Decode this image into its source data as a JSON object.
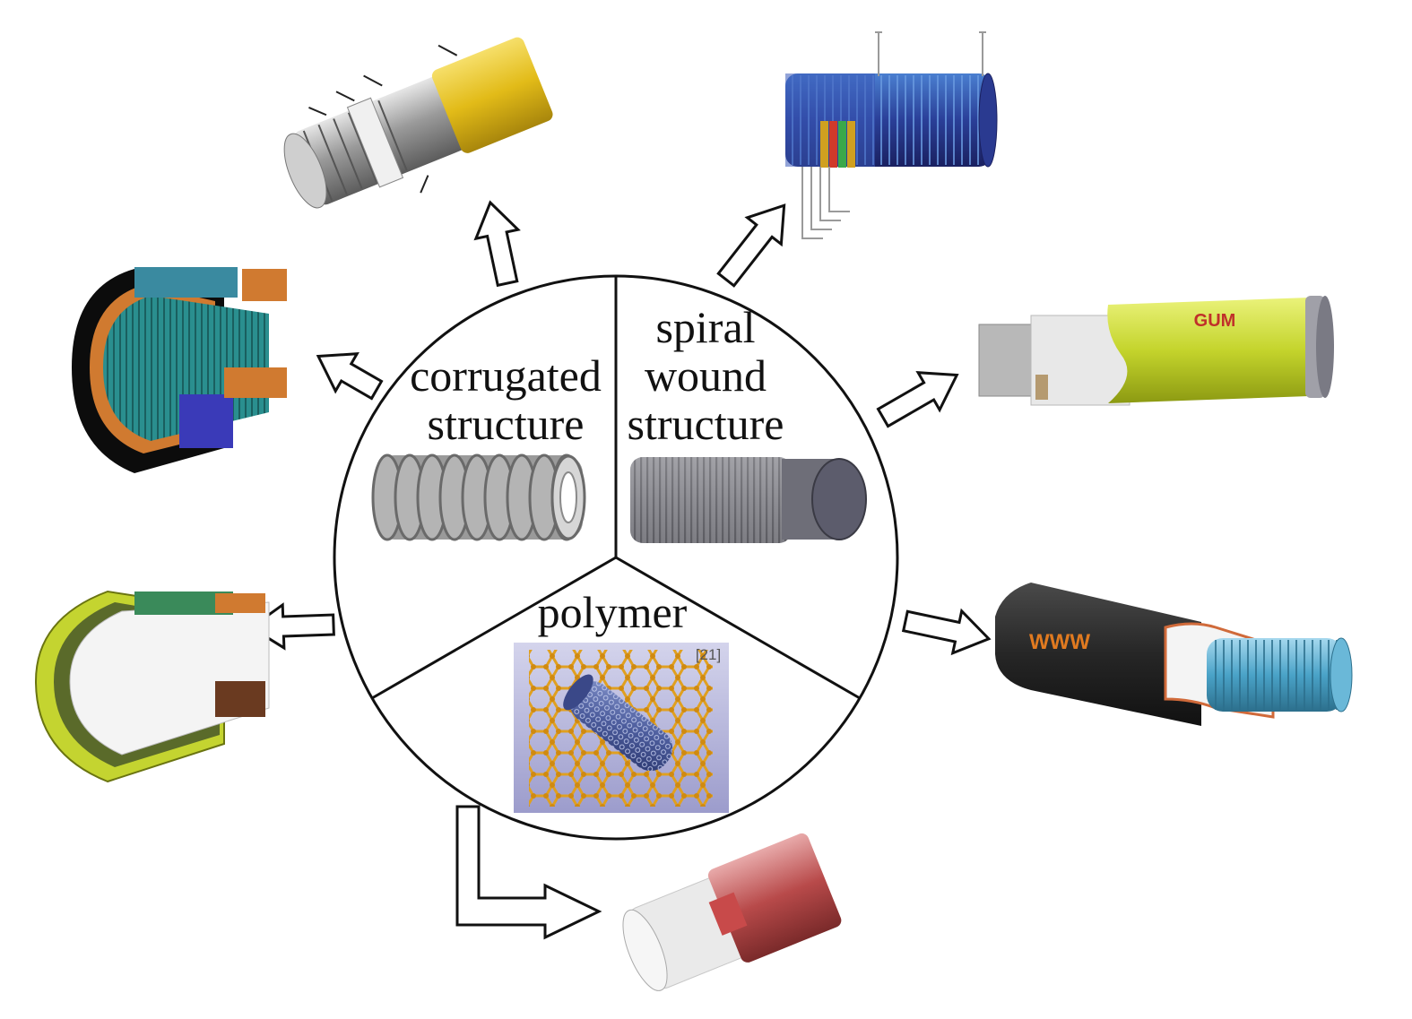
{
  "diagram": {
    "segments": {
      "corrugated": {
        "line1": "corrugated",
        "line2": "structure"
      },
      "spiral": {
        "line1": "spiral",
        "line2": "wound",
        "line3": "structure"
      },
      "polymer": {
        "label": "polymer",
        "reference": "[21]"
      }
    },
    "product_logos": {
      "green_pipe_logo": "GUM",
      "black_pipe_logo": "WWW"
    },
    "colors": {
      "outline": "#111111",
      "yellow_jacket": "#e8c21c",
      "teal_core": "#2a8f8f",
      "lime_jacket": "#c6d630",
      "black_jacket": "#262626",
      "blue_core": "#4aa3c8",
      "red_wrap": "#b84a4a",
      "graphene": "#e0a020",
      "nanotube": "#5a6aa0"
    },
    "icons": [
      "arrow-icon",
      "corrugated-hose-icon",
      "spiral-wound-cylinder-icon",
      "graphene-nanotube-icon",
      "flexible-pipe-icon"
    ]
  }
}
